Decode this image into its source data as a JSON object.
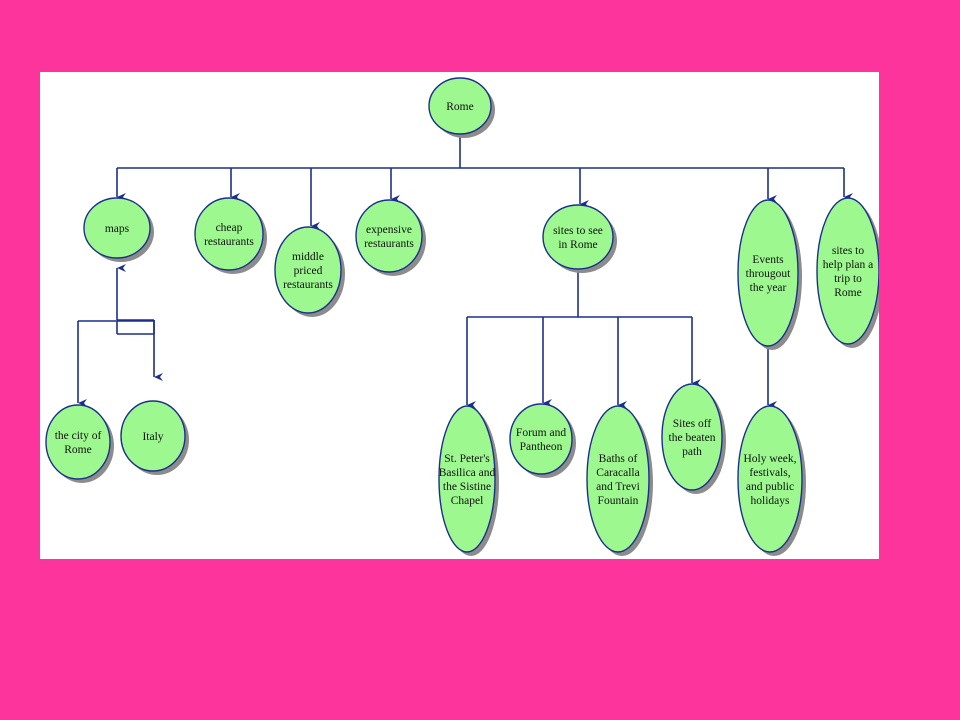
{
  "colors": {
    "slide_background": "#fe349d",
    "canvas": "#ffffff",
    "node_fill": "#9df88f",
    "node_stroke": "#1c2f8c",
    "node_shadow": "#8c8c8c",
    "connector": "#1c2f8c"
  },
  "diagram": {
    "nodes": [
      {
        "id": "rome",
        "lines": [
          "Rome"
        ]
      },
      {
        "id": "maps",
        "lines": [
          "maps"
        ]
      },
      {
        "id": "cheap",
        "lines": [
          "cheap",
          "restaurants"
        ]
      },
      {
        "id": "middle",
        "lines": [
          "middle",
          "priced",
          "restaurants"
        ]
      },
      {
        "id": "expensive",
        "lines": [
          "expensive",
          "restaurants"
        ]
      },
      {
        "id": "sites",
        "lines": [
          "sites to see",
          "in Rome"
        ]
      },
      {
        "id": "events",
        "lines": [
          "Events",
          "througout",
          "the year"
        ]
      },
      {
        "id": "plan",
        "lines": [
          "sites to",
          "help plan a",
          "trip to",
          "Rome"
        ]
      },
      {
        "id": "city",
        "lines": [
          "the city of",
          "Rome"
        ]
      },
      {
        "id": "italy",
        "lines": [
          "Italy"
        ]
      },
      {
        "id": "stpeters",
        "lines": [
          "St. Peter's",
          "Basilica and",
          "the Sistine",
          "Chapel"
        ]
      },
      {
        "id": "forum",
        "lines": [
          "Forum and",
          "Pantheon"
        ]
      },
      {
        "id": "baths",
        "lines": [
          "Baths of",
          "Caracalla",
          "and Trevi",
          "Fountain"
        ]
      },
      {
        "id": "offbeat",
        "lines": [
          "Sites off",
          "the beaten",
          "path"
        ]
      },
      {
        "id": "holy",
        "lines": [
          "Holy week,",
          "festivals,",
          "and public",
          "holidays"
        ]
      }
    ],
    "edges": [
      {
        "from": "rome",
        "to": "maps"
      },
      {
        "from": "rome",
        "to": "cheap"
      },
      {
        "from": "rome",
        "to": "middle"
      },
      {
        "from": "rome",
        "to": "expensive"
      },
      {
        "from": "rome",
        "to": "sites"
      },
      {
        "from": "rome",
        "to": "events"
      },
      {
        "from": "rome",
        "to": "plan"
      },
      {
        "from": "maps",
        "to": "city"
      },
      {
        "from": "maps",
        "to": "italy"
      },
      {
        "from": "sites",
        "to": "stpeters"
      },
      {
        "from": "sites",
        "to": "forum"
      },
      {
        "from": "sites",
        "to": "baths"
      },
      {
        "from": "sites",
        "to": "offbeat"
      },
      {
        "from": "events",
        "to": "holy"
      }
    ]
  }
}
